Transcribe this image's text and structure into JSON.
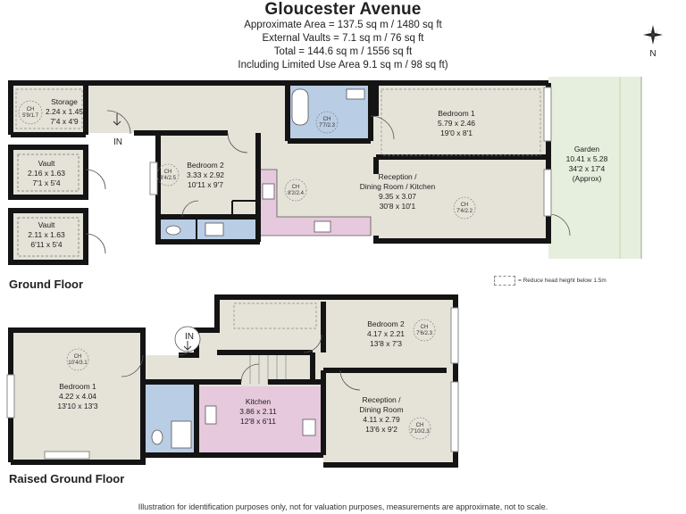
{
  "header": {
    "title": "Gloucester Avenue",
    "area_line": "Approximate Area = 137.5 sq m / 1480 sq ft",
    "vaults_line": "External Vaults = 7.1 sq m / 76 sq ft",
    "total_line": "Total = 144.6 sq m / 1556 sq ft",
    "limited_line": "Including Limited Use Area 9.1 sq m / 98 sq ft)"
  },
  "compass": {
    "north_label": "N"
  },
  "legend": {
    "text": "= Reduce head height below 1.5m"
  },
  "ground_floor": {
    "label": "Ground Floor",
    "entrance": "IN",
    "rooms": {
      "storage": {
        "name": "Storage",
        "metric": "2.24 x 1.45",
        "imperial": "7'4 x 4'9",
        "ch_label": "CH",
        "ch": "5'9/1.7"
      },
      "vault1": {
        "name": "Vault",
        "metric": "2.16 x 1.63",
        "imperial": "7'1 x 5'4"
      },
      "vault2": {
        "name": "Vault",
        "metric": "2.11 x 1.63",
        "imperial": "6'11 x 5'4"
      },
      "bedroom2": {
        "name": "Bedroom 2",
        "metric": "3.33 x 2.92",
        "imperial": "10'11 x 9'7",
        "ch_label": "CH",
        "ch": "8'4/2.5"
      },
      "bathroom": {
        "ch_label": "CH",
        "ch": "7'7/2.3"
      },
      "bedroom1": {
        "name": "Bedroom 1",
        "metric": "5.79 x 2.46",
        "imperial": "19'0 x 8'1"
      },
      "reception": {
        "name": "Reception /",
        "name2": "Dining Room / Kitchen",
        "metric": "9.35 x 3.07",
        "imperial": "30'8 x 10'1",
        "ch_label": "CH",
        "ch": "7'4/2.2"
      },
      "kitchen_ch": {
        "ch_label": "CH",
        "ch": "8'2/2.4"
      },
      "garden": {
        "name": "Garden",
        "metric": "10.41 x 5.28",
        "imperial": "34'2 x 17'4",
        "note": "(Approx)"
      }
    }
  },
  "raised_floor": {
    "label": "Raised Ground Floor",
    "entrance": "IN",
    "rooms": {
      "bedroom1": {
        "name": "Bedroom 1",
        "metric": "4.22 x 4.04",
        "imperial": "13'10 x 13'3",
        "ch_label": "CH",
        "ch": "10'4/3.1"
      },
      "bedroom2": {
        "name": "Bedroom 2",
        "metric": "4.17 x 2.21",
        "imperial": "13'8 x 7'3",
        "ch_label": "CH",
        "ch": "7'6/2.3"
      },
      "kitchen": {
        "name": "Kitchen",
        "metric": "3.86 x 2.11",
        "imperial": "12'8 x 6'11"
      },
      "reception": {
        "name": "Reception /",
        "name2": "Dining Room",
        "metric": "4.11 x 2.79",
        "imperial": "13'6 x 9'2",
        "ch_label": "CH",
        "ch": "7'10/2.3"
      }
    }
  },
  "footer": "Illustration for identification purposes only, not for valuation purposes, measurements are approximate, not to scale.",
  "colors": {
    "room": "#e5e2d8",
    "wall": "#141414",
    "wet": "#b9cde4",
    "kitchen": "#e6c9dc",
    "garden": "#e6eedd",
    "garden_stripe": "#d4e2bf"
  }
}
